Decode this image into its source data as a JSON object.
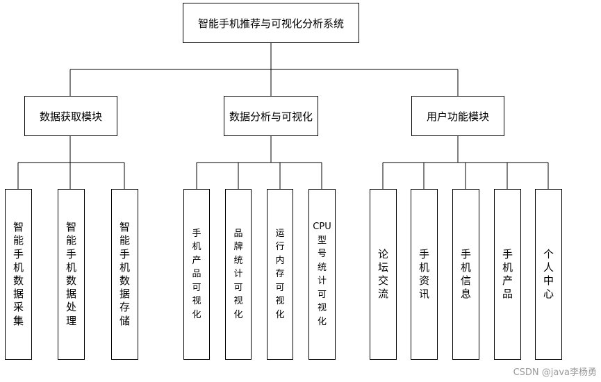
{
  "root": {
    "label": "智能手机推荐与可视化分析系统"
  },
  "modules": [
    {
      "id": "data-acquisition",
      "label": "数据获取模块",
      "children": [
        "智能手机数据采集",
        "智能手机数据处理",
        "智能手机数据存储"
      ]
    },
    {
      "id": "analysis-visualization",
      "label": "数据分析与可视化",
      "children": [
        "手机产品可视化",
        "品牌统计可视化",
        "运行内存可视化",
        "CPU型号统计可视化"
      ]
    },
    {
      "id": "user-functions",
      "label": "用户功能模块",
      "children": [
        "论坛交流",
        "手机资讯",
        "手机信息",
        "手机产品",
        "个人中心"
      ]
    }
  ],
  "watermark": "CSDN @java李杨勇"
}
